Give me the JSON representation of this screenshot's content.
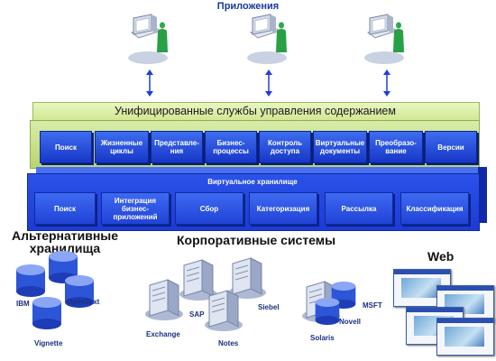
{
  "apps": {
    "title": "Приложения",
    "count": 3
  },
  "services": {
    "title": "Унифицированные службы управления содержанием",
    "items": [
      [
        "Поиск"
      ],
      [
        "Жизненные",
        "циклы"
      ],
      [
        "Представле-",
        "ния"
      ],
      [
        "Бизнес-",
        "процессы"
      ],
      [
        "Контроль",
        "доступа"
      ],
      [
        "Виртуальные",
        "документы"
      ],
      [
        "Преобразо-",
        "вание"
      ],
      [
        "Версии"
      ]
    ]
  },
  "vault": {
    "title": "Виртуальное хранилище",
    "items": [
      [
        "Поиск"
      ],
      [
        "Интеграция",
        "бизнес-",
        "приложений"
      ],
      [
        "Сбор"
      ],
      [
        "Категоризация"
      ],
      [
        "Рассылка"
      ],
      [
        "Классификация"
      ]
    ]
  },
  "alt": {
    "title_line1": "Альтернативные",
    "title_line2": "хранилища",
    "labels": [
      "IBM",
      "OpenText",
      "Vignette"
    ]
  },
  "corp": {
    "title": "Корпоративные системы",
    "labels": [
      "SAP",
      "Siebel",
      "Exchange",
      "Notes",
      "MSFT",
      "Novell",
      "Solaris"
    ]
  },
  "web": {
    "title": "Web"
  },
  "colors": {
    "accent_blue": "#1f3fd8",
    "service_green": "#c6df86",
    "title_blue": "#1a3a9a"
  }
}
